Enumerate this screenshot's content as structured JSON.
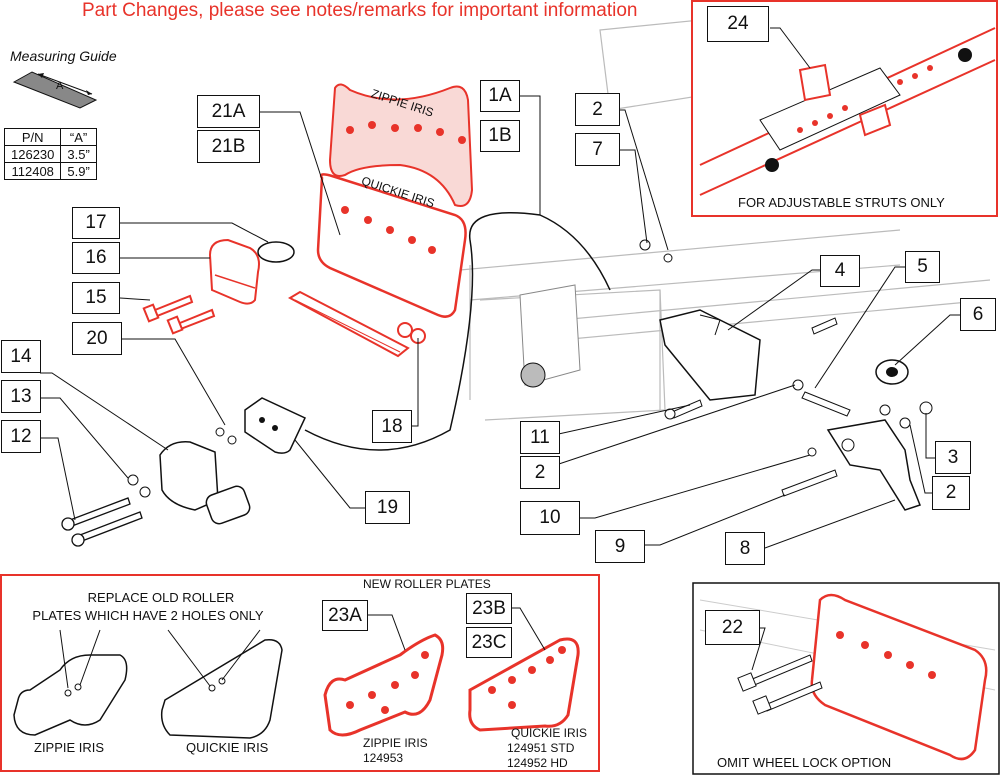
{
  "header": {
    "notice": "Part Changes, please see notes/remarks for important information"
  },
  "measuring_guide": {
    "title": "Measuring Guide",
    "dim_label": "A",
    "table": {
      "headers": [
        "P/N",
        "“A”"
      ],
      "rows": [
        [
          "126230",
          "3.5”"
        ],
        [
          "112408",
          "5.9”"
        ]
      ]
    }
  },
  "callouts": {
    "c1A": "1A",
    "c1B": "1B",
    "c2a": "2",
    "c2b": "2",
    "c2c": "2",
    "c3": "3",
    "c4": "4",
    "c5": "5",
    "c6": "6",
    "c7": "7",
    "c8": "8",
    "c9": "9",
    "c10": "10",
    "c11": "11",
    "c12": "12",
    "c13": "13",
    "c14": "14",
    "c15": "15",
    "c16": "16",
    "c17": "17",
    "c18": "18",
    "c19": "19",
    "c20": "20",
    "c21A": "21A",
    "c21B": "21B",
    "c22": "22",
    "c23A": "23A",
    "c23B": "23B",
    "c23C": "23C",
    "c24": "24"
  },
  "plates": {
    "zippie_iris": "ZIPPIE IRIS",
    "quickie_iris": "QUICKIE IRIS"
  },
  "inset_struts": {
    "caption": "FOR ADJUSTABLE STRUTS ONLY"
  },
  "inset_omit": {
    "caption": "OMIT WHEEL LOCK OPTION"
  },
  "inset_replace": {
    "line1": "REPLACE OLD ROLLER",
    "line2": "PLATES WHICH HAVE 2 HOLES ONLY",
    "new_title": "NEW ROLLER PLATES",
    "old_zippie": "ZIPPIE IRIS",
    "old_quickie": "QUICKIE IRIS",
    "new_zippie": "ZIPPIE IRIS",
    "new_zippie_pn": "124953",
    "new_quickie": "QUICKIE IRIS",
    "new_quickie_std": "124951 STD",
    "new_quickie_hd": "124952 HD"
  },
  "colors": {
    "highlight": "#e8332a",
    "line": "#111111",
    "faint": "#bbbbbb"
  }
}
